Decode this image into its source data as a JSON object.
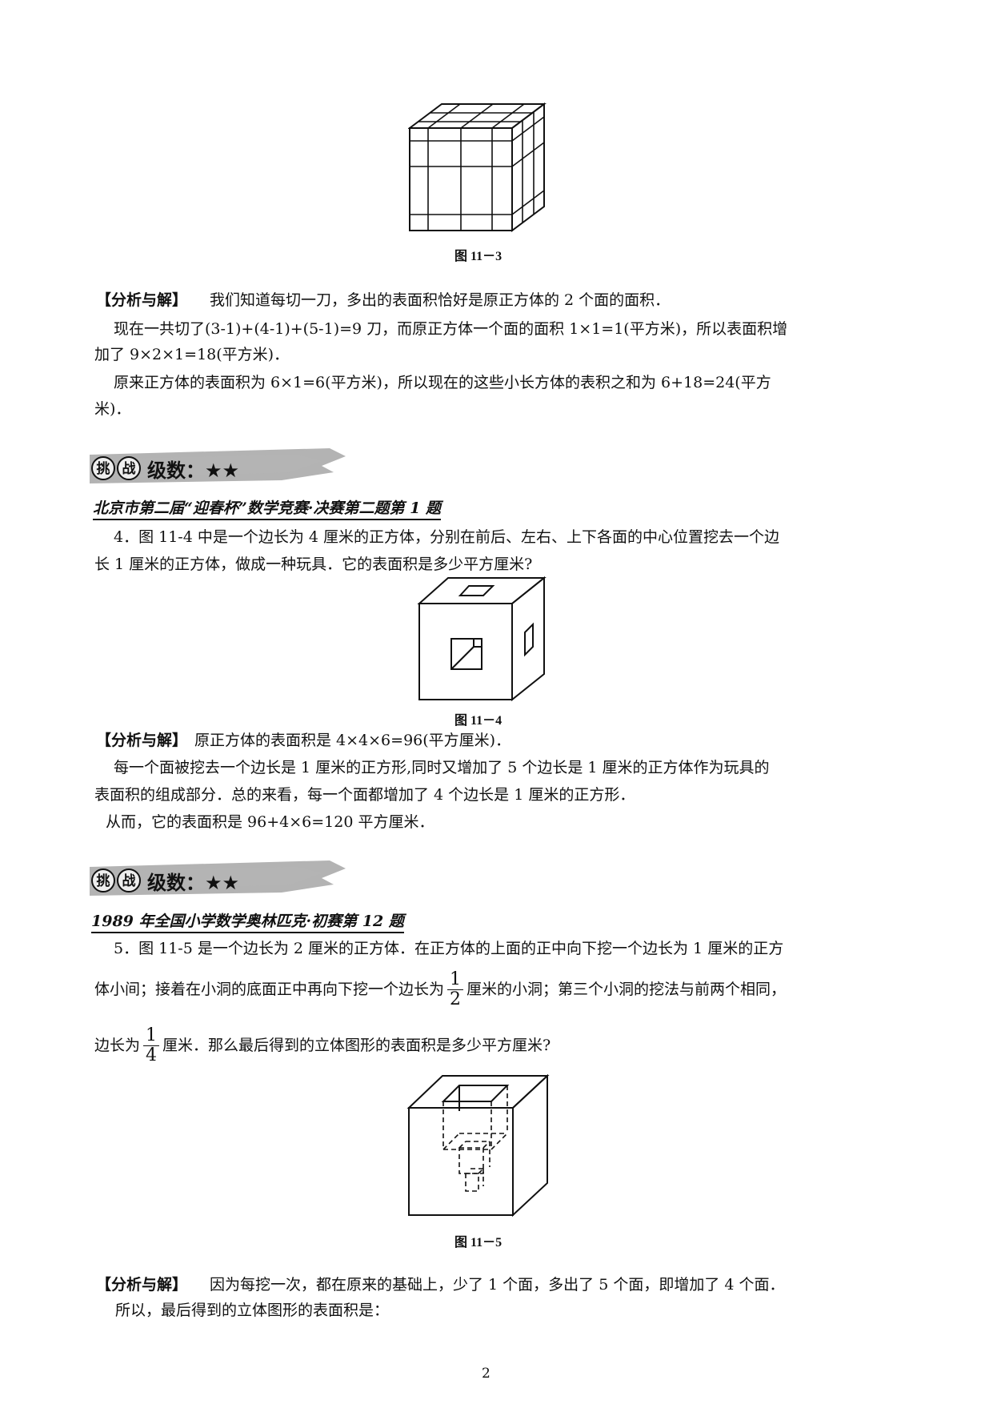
{
  "fig_11_3": {
    "caption": "图 11－3"
  },
  "analysis_label": "【分析与解】",
  "sol3": {
    "line1": "我们知道每切一刀，多出的表面积恰好是原正方体的 2 个面的面积．",
    "line2": "现在一共切了(3-1)+(4-1)+(5-1)=9 刀，而原正方体一个面的面积 1×1=1(平方米)，所以表面积增",
    "line3": "加了 9×2×1=18(平方米)．",
    "line4": "原来正方体的表面积为 6×1=6(平方米)，所以现在的这些小长方体的表积之和为 6+18=24(平方",
    "line5": "米)．"
  },
  "banner1": {
    "badge1": "挑",
    "badge2": "战",
    "text": "级数：★★"
  },
  "source4": "北京市第二届“迎春杯”数学竞赛·决赛第二题第 1 题",
  "problem4": {
    "line1": "4．图 11-4 中是一个边长为 4 厘米的正方体，分别在前后、左右、上下各面的中心位置挖去一个边",
    "line2": "长 1 厘米的正方体，做成一种玩具．它的表面积是多少平方厘米?"
  },
  "fig_11_4": {
    "caption": "图 11－4"
  },
  "sol4": {
    "line1": "原正方体的表面积是 4×4×6=96(平方厘米)．",
    "line2": "每一个面被挖去一个边长是 1 厘米的正方形,同时又增加了 5 个边长是 1 厘米的正方体作为玩具的",
    "line3": "表面积的组成部分．总的来看，每一个面都增加了 4 个边长是 1 厘米的正方形．",
    "line4": "从而，它的表面积是 96+4×6=120 平方厘米．"
  },
  "banner2": {
    "badge1": "挑",
    "badge2": "战",
    "text": "级数：★★"
  },
  "source5": "1989 年全国小学数学奥林匹克·初赛第 12 题",
  "problem5": {
    "line1": "5．图 11-5 是一个边长为 2 厘米的正方体．在正方体的上面的正中向下挖一个边长为 1 厘米的正方",
    "line2a": "体小间；接着在小洞的底面正中再向下挖一个边长为",
    "frac1_num": "1",
    "frac1_den": "2",
    "line2b": "厘米的小洞；第三个小洞的挖法与前两个相同，",
    "line3a": "边长为",
    "frac2_num": "1",
    "frac2_den": "4",
    "line3b": "厘米．那么最后得到的立体图形的表面积是多少平方厘米?"
  },
  "fig_11_5": {
    "caption": "图 11－5"
  },
  "sol5": {
    "line1": "因为每挖一次，都在原来的基础上，少了 1 个面，多出了 5 个面，即增加了 4 个面．",
    "line2": "所以，最后得到的立体图形的表面积是："
  },
  "page_number": "2"
}
